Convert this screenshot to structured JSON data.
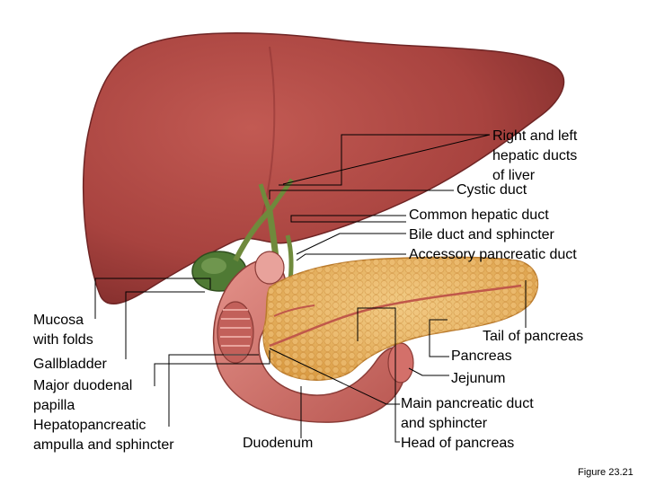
{
  "labels": {
    "hepatic_ducts": [
      "Right and left",
      "hepatic ducts",
      "of liver"
    ],
    "cystic_duct": "Cystic duct",
    "common_hepatic_duct": "Common hepatic duct",
    "bile_duct": "Bile duct and sphincter",
    "accessory_pancreatic_duct": "Accessory pancreatic duct",
    "mucosa": [
      "Mucosa",
      "with folds"
    ],
    "gallbladder": "Gallbladder",
    "major_papilla": [
      "Major duodenal",
      "papilla"
    ],
    "ampulla": [
      "Hepatopancreatic",
      "ampulla and sphincter"
    ],
    "duodenum": "Duodenum",
    "tail_of_pancreas": "Tail of pancreas",
    "pancreas": "Pancreas",
    "jejunum": "Jejunum",
    "main_pancreatic_duct": [
      "Main pancreatic duct",
      "and sphincter"
    ],
    "head_of_pancreas": "Head of pancreas"
  },
  "figure_caption": "Figure 23.21",
  "colors": {
    "liver": "#a8433f",
    "liver_dark": "#7c2a29",
    "pancreas": "#e9b768",
    "duodenum": "#d3706a",
    "gallbladder": "#4f7a34",
    "bile_duct": "#6f8a3c"
  }
}
